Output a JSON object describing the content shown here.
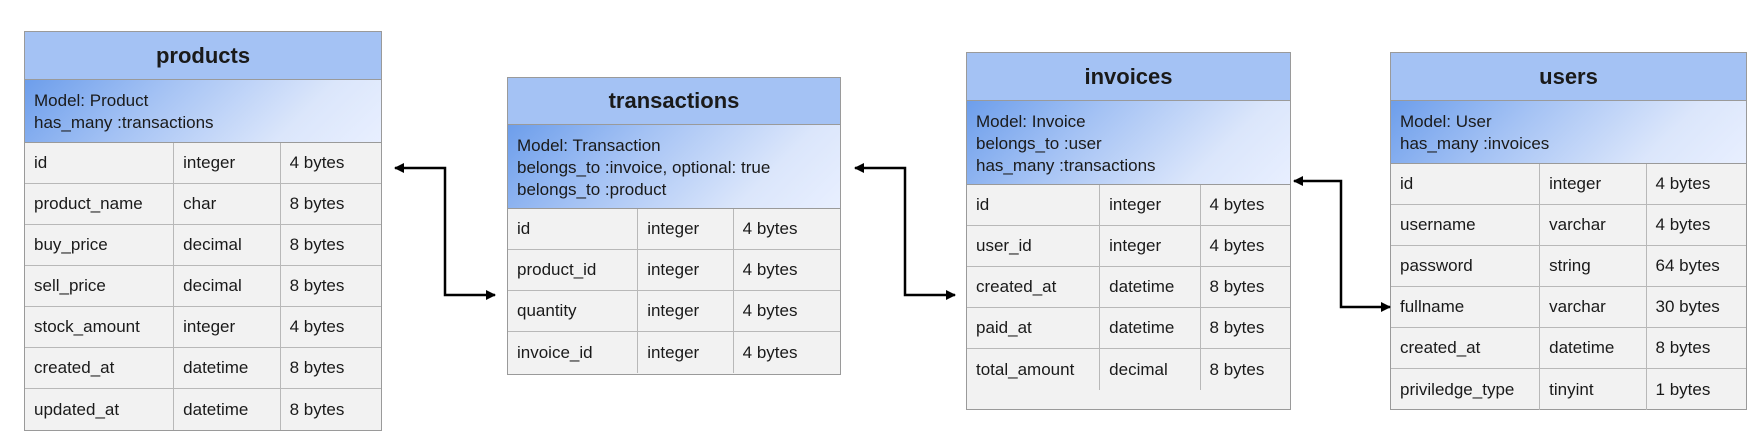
{
  "tables": {
    "products": {
      "title": "products",
      "model": [
        "Model: Product",
        "has_many :transactions"
      ],
      "rows": [
        [
          "id",
          "integer",
          "4 bytes"
        ],
        [
          "product_name",
          "char",
          "8 bytes"
        ],
        [
          "buy_price",
          "decimal",
          "8 bytes"
        ],
        [
          "sell_price",
          "decimal",
          "8 bytes"
        ],
        [
          "stock_amount",
          "integer",
          "4 bytes"
        ],
        [
          "created_at",
          "datetime",
          "8 bytes"
        ],
        [
          "updated_at",
          "datetime",
          "8 bytes"
        ]
      ]
    },
    "transactions": {
      "title": "transactions",
      "model": [
        "Model: Transaction",
        "belongs_to :invoice, optional: true",
        "belongs_to :product"
      ],
      "rows": [
        [
          "id",
          "integer",
          "4 bytes"
        ],
        [
          "product_id",
          "integer",
          "4 bytes"
        ],
        [
          "quantity",
          "integer",
          "4 bytes"
        ],
        [
          "invoice_id",
          "integer",
          "4 bytes"
        ]
      ]
    },
    "invoices": {
      "title": "invoices",
      "model": [
        "Model: Invoice",
        "belongs_to :user",
        "has_many :transactions"
      ],
      "rows": [
        [
          "id",
          "integer",
          "4 bytes"
        ],
        [
          "user_id",
          "integer",
          "4 bytes"
        ],
        [
          "created_at",
          "datetime",
          "8 bytes"
        ],
        [
          "paid_at",
          "datetime",
          "8 bytes"
        ],
        [
          "total_amount",
          "decimal",
          "8 bytes"
        ]
      ]
    },
    "users": {
      "title": "users",
      "model": [
        "Model: User",
        "has_many :invoices"
      ],
      "rows": [
        [
          "id",
          "integer",
          "4 bytes"
        ],
        [
          "username",
          "varchar",
          "4 bytes"
        ],
        [
          "password",
          "string",
          "64 bytes"
        ],
        [
          "fullname",
          "varchar",
          "30 bytes"
        ],
        [
          "created_at",
          "datetime",
          "8 bytes"
        ],
        [
          "priviledge_type",
          "tinyint",
          "1 bytes"
        ]
      ]
    }
  },
  "relations": [
    {
      "from": "transactions.product_id",
      "to": "products.id"
    },
    {
      "from": "invoices.created_at",
      "to": "transactions"
    },
    {
      "from": "users.fullname",
      "to": "invoices"
    }
  ],
  "colors": {
    "header": "#a4c2f4",
    "model_gradient_start": "#6d9eeb",
    "model_gradient_end": "#e8efff",
    "row_bg": "#f2f2f2",
    "arrow": "#000000"
  }
}
